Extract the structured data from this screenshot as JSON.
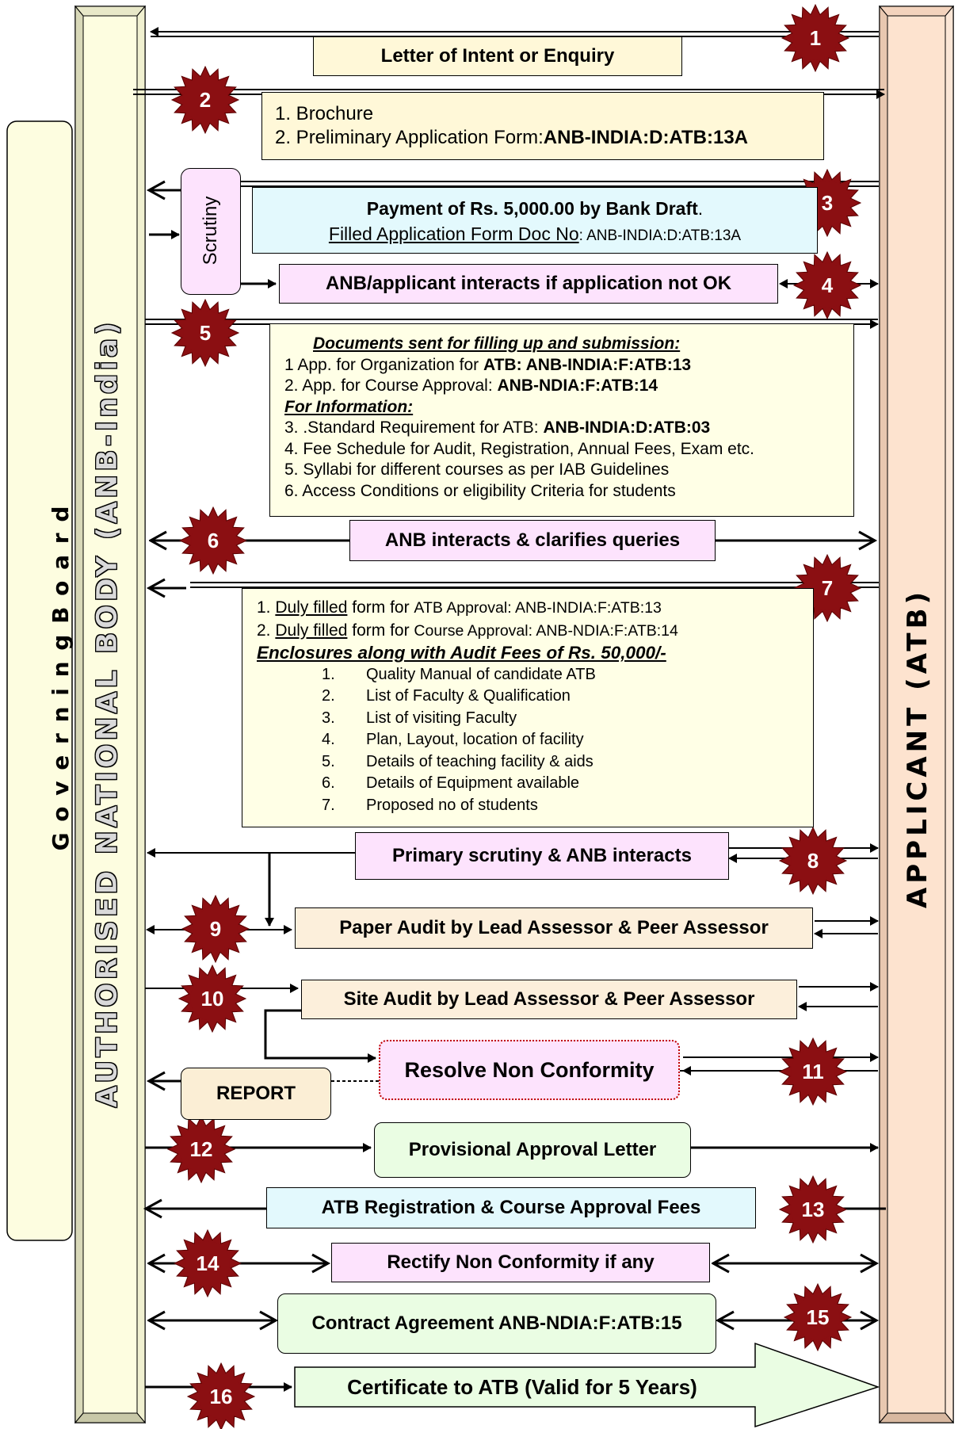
{
  "columns": {
    "governing_board": "G o v e r n i n g   B o a r d",
    "anb": "AUTHORISED  NATIONAL  BODY  (ANB-India)",
    "applicant": "APPLICANT   (ATB)"
  },
  "steps": {
    "s1": "1",
    "s2": "2",
    "s3": "3",
    "s4": "4",
    "s5": "5",
    "s6": "6",
    "s7": "7",
    "s8": "8",
    "s9": "9",
    "s10": "10",
    "s11": "11",
    "s12": "12",
    "s13": "13",
    "s14": "14",
    "s15": "15",
    "s16": "16"
  },
  "boxes": {
    "letter_of_intent": "Letter of Intent or Enquiry",
    "brochure": {
      "line1": "1. Brochure",
      "line2_prefix": "2. Preliminary Application Form:",
      "line2_code": "ANB-INDIA:D:ATB:13A"
    },
    "scrutiny": "Scrutiny",
    "payment": {
      "line1": "Payment of Rs. 5,000.00 by Bank Draft",
      "line1_suffix": ".",
      "line2_prefix": "Filled Application Form Doc No",
      "line2_code": ": ANB-INDIA:D:ATB:13A"
    },
    "interacts_not_ok": "ANB/applicant interacts if application not OK",
    "documents": {
      "heading": "Documents sent for filling up and submission:",
      "item1_prefix": "1 App. for Organization for ",
      "item1_code": "ATB: ANB-INDIA:F:ATB:13",
      "item2_prefix": "2. App. for Course Approval: ",
      "item2_code": "ANB-NDIA:F:ATB:14",
      "info_heading": "For Information:",
      "item3_prefix": "3. .Standard Requirement for ATB: ",
      "item3_code": "ANB-INDIA:D:ATB:03",
      "item4": "4. Fee Schedule for Audit, Registration, Annual Fees, Exam etc.",
      "item5": "5. Syllabi for different courses as per IAB Guidelines",
      "item6": "6. Access Conditions or eligibility Criteria for students"
    },
    "clarifies": "ANB interacts & clarifies queries",
    "submission": {
      "line1_a": "1. ",
      "line1_u": "Duly filled",
      "line1_b": " form for ",
      "line1_c": "ATB Approval: ANB-INDIA:F:ATB:13",
      "line2_a": "2. ",
      "line2_u": "Duly filled",
      "line2_b": " form for ",
      "line2_c": "Course Approval: ANB-NDIA:F:ATB:14",
      "heading": "Enclosures along with Audit Fees of Rs. 50,000/-",
      "enclosures": [
        {
          "n": "1.",
          "t": "Quality Manual of candidate ATB"
        },
        {
          "n": "2.",
          "t": "List of Faculty & Qualification"
        },
        {
          "n": "3.",
          "t": "List of visiting Faculty"
        },
        {
          "n": "4.",
          "t": "Plan, Layout, location of facility"
        },
        {
          "n": "5.",
          "t": "Details of teaching facility & aids"
        },
        {
          "n": "6.",
          "t": "Details of Equipment available"
        },
        {
          "n": "7.",
          "t": "Proposed no of students"
        }
      ]
    },
    "primary_scrutiny": "Primary scrutiny & ANB interacts",
    "paper_audit": "Paper Audit by Lead Assessor & Peer Assessor",
    "site_audit": "Site Audit by Lead Assessor & Peer Assessor",
    "resolve_nc": "Resolve Non Conformity",
    "report": "REPORT",
    "provisional": "Provisional Approval Letter",
    "registration_fees": "ATB Registration & Course Approval Fees",
    "rectify_nc": "Rectify Non Conformity if any",
    "contract": "Contract Agreement ANB-NDIA:F:ATB:15",
    "certificate": "Certificate to ATB (Valid for 5 Years)"
  },
  "colors": {
    "cream": "#fff8d8",
    "light_yellow": "#ffffe6",
    "pink": "#fde3fd",
    "cyan": "#e3f9fd",
    "peach": "#fcefdb",
    "green": "#eafde3",
    "applicant_fill": "#fde3cf",
    "anb_fill": "#fdfde0",
    "badge": "#8b0f12",
    "report_fill": "#fbeed5"
  }
}
